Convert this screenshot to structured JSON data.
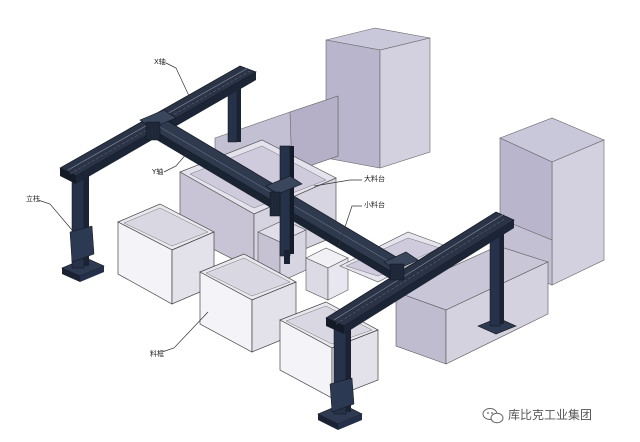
{
  "labels": {
    "x_axis": "X轴",
    "y_axis": "Y轴",
    "column": "立柱",
    "large_table": "大料台",
    "small_table": "小料台",
    "material_box": "料框"
  },
  "watermark": {
    "text": "库比克工业集团",
    "icon": "wechat-icon"
  },
  "colors": {
    "frame_dark": "#1a2433",
    "rail": "#2c3542",
    "cabinet_front": "#d3d1dd",
    "cabinet_side": "#b9b4c9",
    "cabinet_top": "#c4c2d6",
    "box_front": "#f2f1f6"
  }
}
